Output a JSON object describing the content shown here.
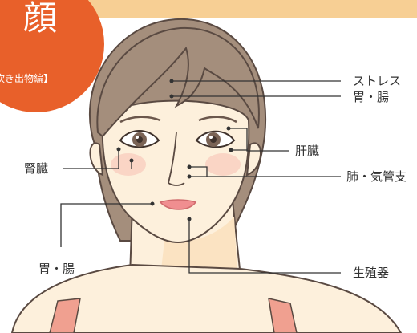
{
  "badge": {
    "title": "顔",
    "subtitle": "吹き出物編】"
  },
  "labels": {
    "stress": "ストレス",
    "stomach_top": "胃・腸",
    "liver": "肝臓",
    "kidney": "腎臓",
    "lung": "肺・気管支",
    "stomach_bottom": "胃・腸",
    "reproductive": "生殖器"
  },
  "colors": {
    "top_band": "#f7cf94",
    "badge": "#e8602a",
    "hair": "#a48e7c",
    "skin": "#fdf0dc",
    "outline": "#5a4a42",
    "lips": "#f08e90",
    "strap": "#f0a090",
    "leader_line": "#333333"
  }
}
